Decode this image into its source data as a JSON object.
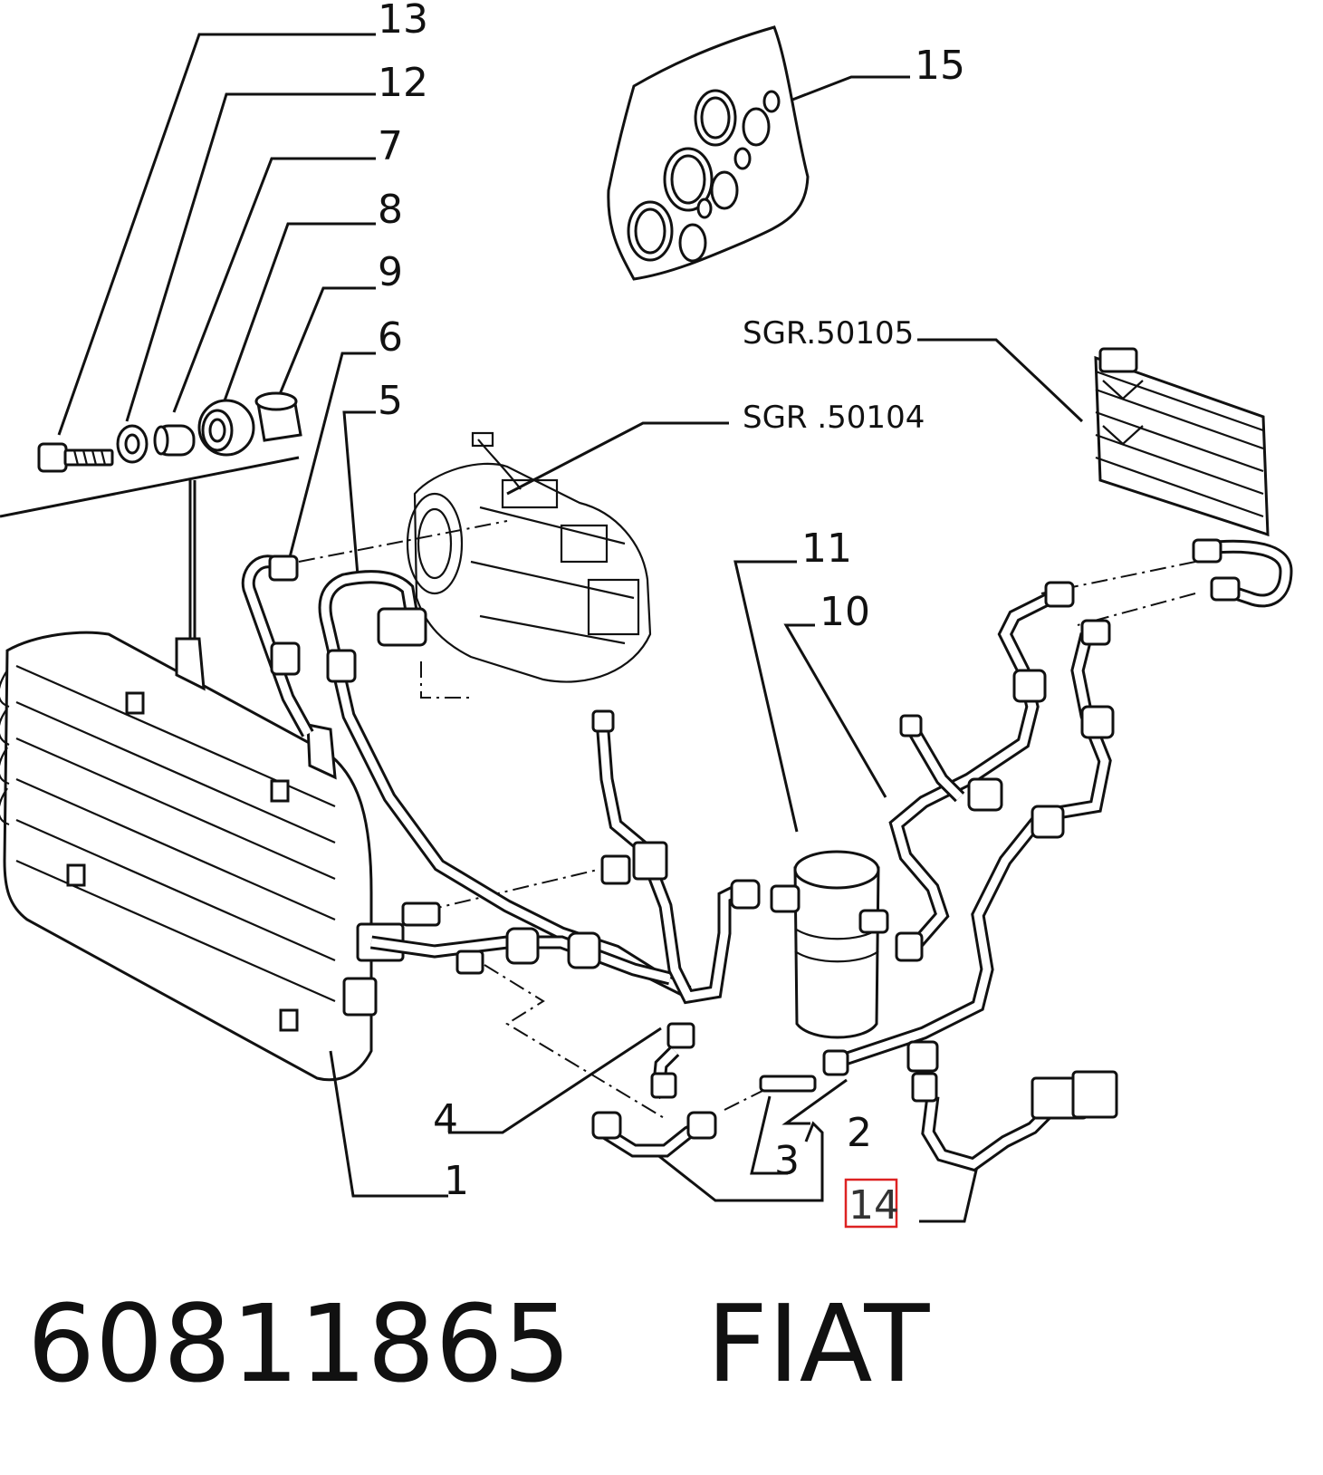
{
  "diagram": {
    "callouts": {
      "c13": "13",
      "c12": "12",
      "c7": "7",
      "c8": "8",
      "c9": "9",
      "c6": "6",
      "c5": "5",
      "c15": "15",
      "c11": "11",
      "c10": "10",
      "c4": "4",
      "c1": "1",
      "c3": "3",
      "c2": "2",
      "c14": "14"
    },
    "references": {
      "sgr_50105": "SGR.50105",
      "sgr_50104": "SGR .50104"
    },
    "highlighted_callout": "14",
    "highlight_color": "#d22222"
  },
  "footer": {
    "part_number": "60811865",
    "brand": "FIAT"
  }
}
